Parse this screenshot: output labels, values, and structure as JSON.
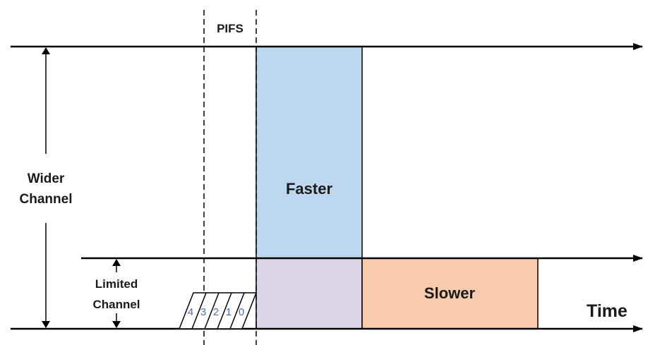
{
  "labels": {
    "pifs": "PIFS",
    "wider_line1": "Wider",
    "wider_line2": "Channel",
    "limited_line1": "Limited",
    "limited_line2": "Channel",
    "faster": "Faster",
    "slower": "Slower",
    "time": "Time"
  },
  "backoff_slots": [
    "4",
    "3",
    "2",
    "1",
    "0"
  ],
  "colors": {
    "faster_fill": "#bdd7ee",
    "overlap_fill": "#ddd6e5",
    "slower_fill": "#f7cbac",
    "slot_text": "#4f6fb5"
  }
}
